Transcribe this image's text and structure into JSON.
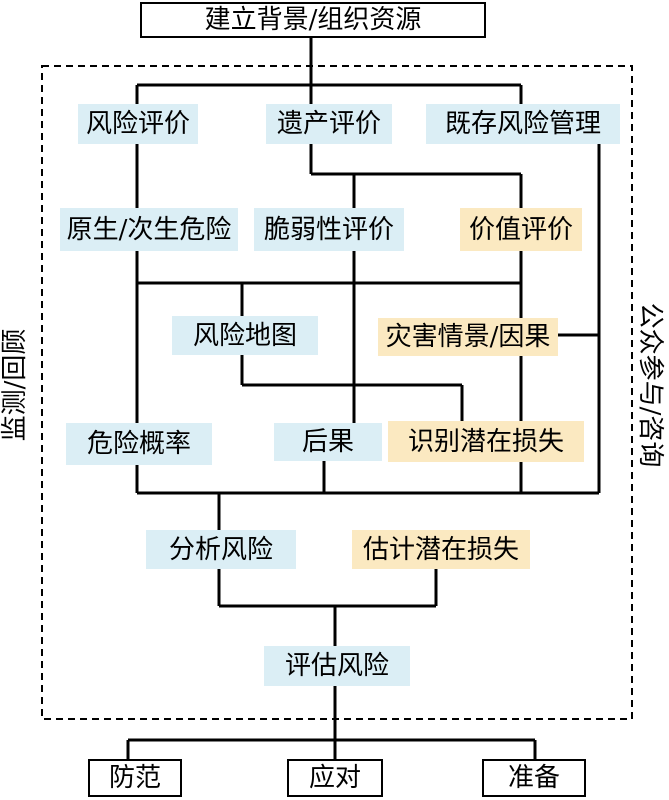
{
  "colors": {
    "blue_box": "#dbeef5",
    "yellow_box": "#fbe9c1",
    "line": "#000000"
  },
  "top": {
    "context": "建立背景/组织资源"
  },
  "sides": {
    "left": "监测/回顾",
    "right": "公众参与/咨询"
  },
  "row1": {
    "risk_eval": "风险评价",
    "heritage_eval": "遗产评价",
    "existing_mgmt": "既存风险管理"
  },
  "row2": {
    "hazard": "原生/次生危险",
    "vulnerability": "脆弱性评价",
    "value_eval": "价值评价"
  },
  "row3": {
    "risk_map": "风险地图",
    "disaster": "灾害情景/因果"
  },
  "row4": {
    "probability": "危险概率",
    "consequence": "后果",
    "identify_loss": "识别潜在损失"
  },
  "row5": {
    "analyze": "分析风险",
    "estimate_loss": "估计潜在损失"
  },
  "row6": {
    "assess": "评估风险"
  },
  "bottom": {
    "prevent": "防范",
    "respond": "应对",
    "prepare": "准备"
  }
}
